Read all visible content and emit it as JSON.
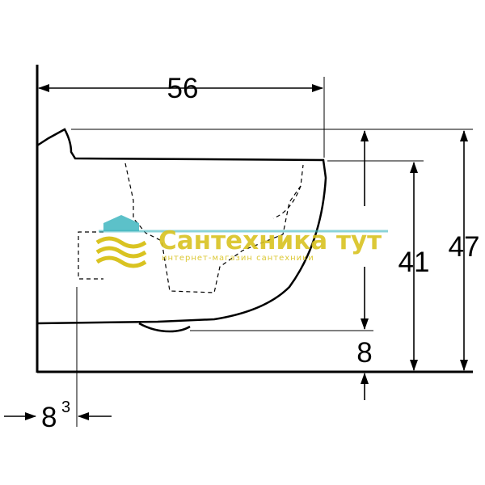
{
  "dimensions": {
    "depth": "56",
    "height_total": "47",
    "height_body": "41",
    "mount_height": "8",
    "offset_main": "8",
    "offset_sup": "3"
  },
  "watermark": {
    "brand": "Сантехника тут",
    "tagline": "интернет-магазин сантехники"
  },
  "colors": {
    "line": "#000000",
    "brand_yellow": "#d9c321",
    "brand_teal": "#3fb6bf"
  }
}
